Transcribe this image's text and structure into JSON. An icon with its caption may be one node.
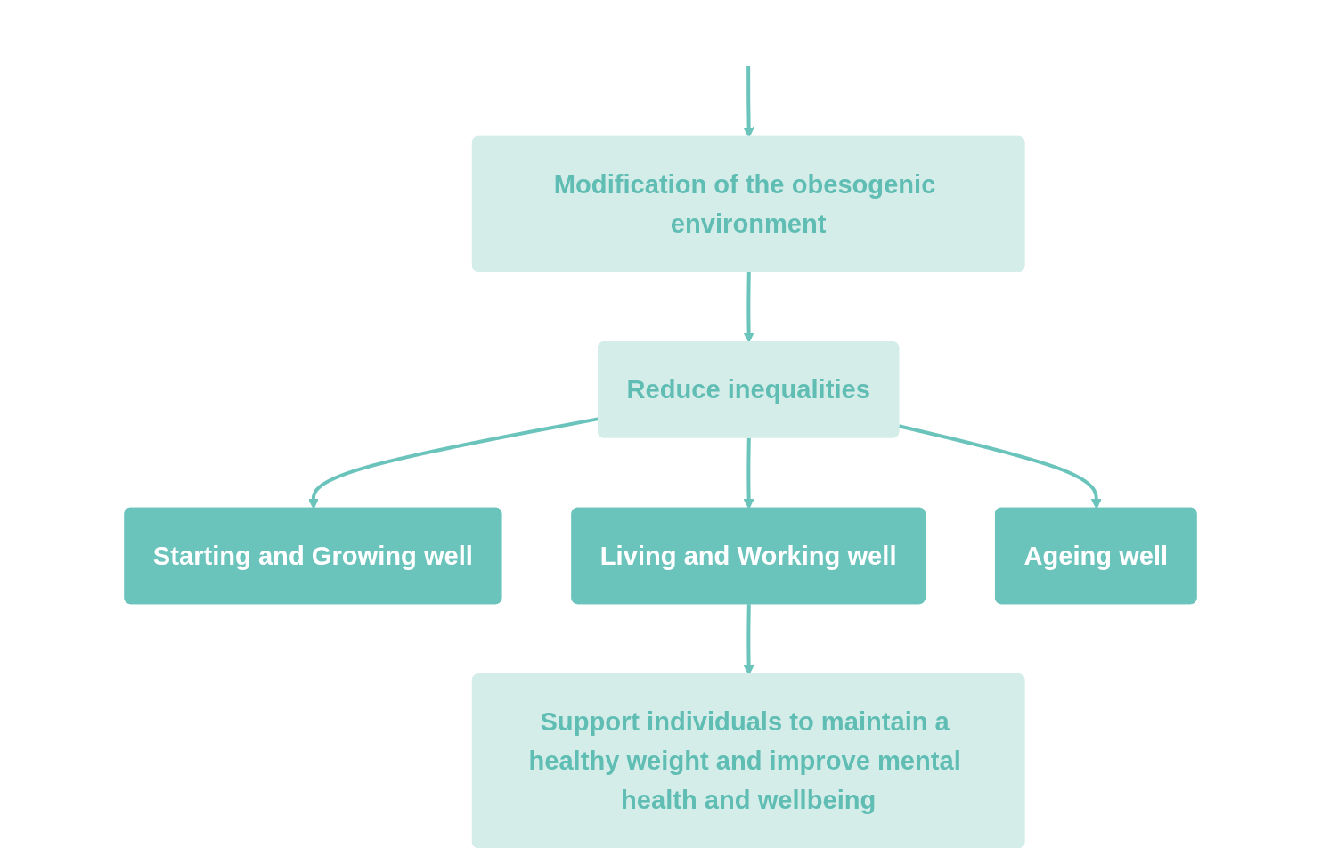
{
  "diagram": {
    "nodes": [
      {
        "text": [
          "Modification of the obesogenic environment"
        ]
      },
      {
        "text": [
          "Reduce inequalities"
        ]
      },
      {
        "text": [
          "Starting and Growing well"
        ]
      },
      {
        "text": [
          "Living and Working well"
        ]
      },
      {
        "text": [
          "Ageing well"
        ]
      },
      {
        "text": [
          "Support individuals to maintain a healthy weight and improve mental health and wellbeing"
        ]
      }
    ],
    "edges": [
      {
        "from": null,
        "to": 0,
        "arrow": "to"
      },
      {
        "from": 0,
        "to": 1,
        "arrow": "to"
      },
      {
        "from": 1,
        "to": 2,
        "arrow": "to"
      },
      {
        "from": 1,
        "to": 3,
        "arrow": "to"
      },
      {
        "from": 1,
        "to": 4,
        "arrow": "to"
      },
      {
        "from": 3,
        "to": 5,
        "arrow": "to"
      }
    ]
  }
}
